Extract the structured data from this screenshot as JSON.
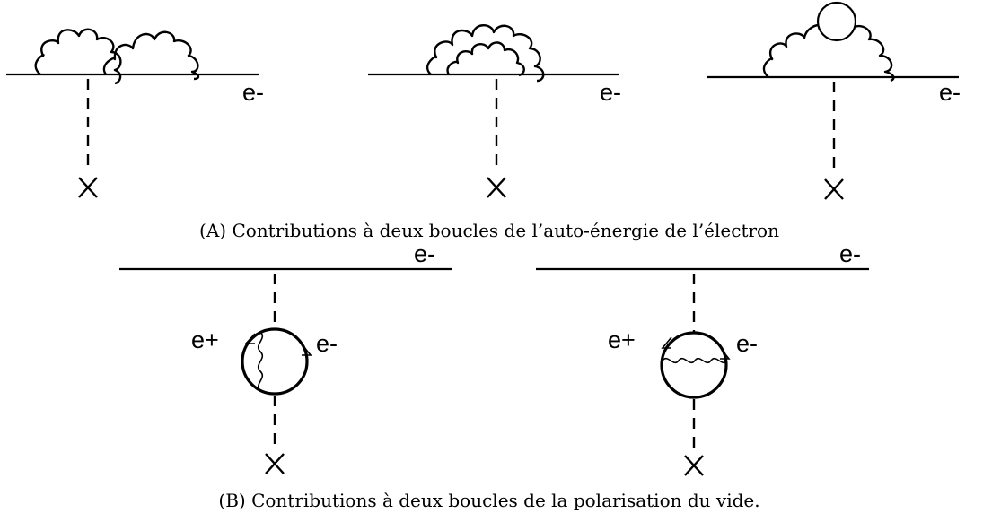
{
  "panel_a": {
    "caption": "(A) Contributions à deux boucles de l’auto-énergie de l’électron",
    "diagrams": [
      {
        "electron_label": "e-"
      },
      {
        "electron_label": "e-"
      },
      {
        "electron_label": "e-"
      }
    ]
  },
  "panel_b": {
    "caption": "(B) Contributions à deux boucles de la polarisation du vide.",
    "diagrams": [
      {
        "electron_label": "e-",
        "positron_label": "e+",
        "loop_electron_label": "e-"
      },
      {
        "electron_label": "e-",
        "positron_label": "e+",
        "loop_electron_label": "e-"
      }
    ]
  }
}
